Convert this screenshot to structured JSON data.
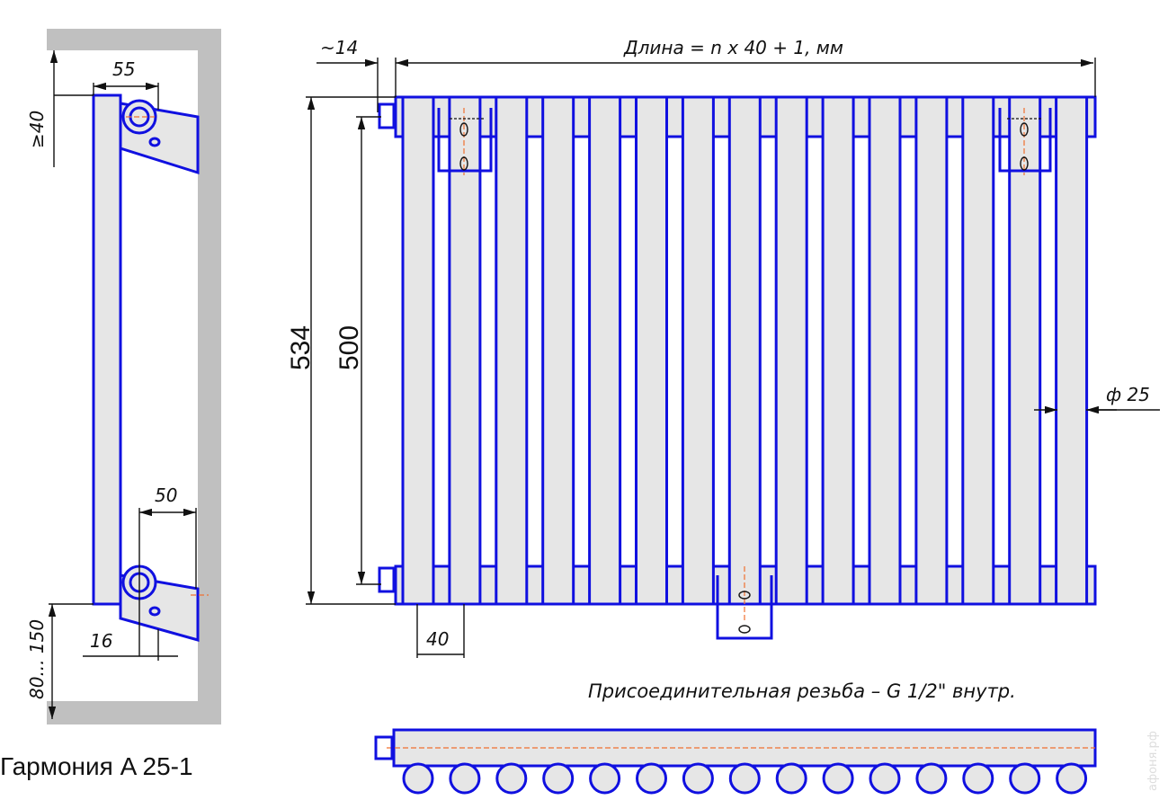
{
  "title": "Гармония  A 25-1",
  "watermark": "афоня.рф",
  "dimensions": {
    "offset": "~14",
    "length": "Длина = n x 40 + 1, мм",
    "height_total": "534",
    "height_axis": "500",
    "diameter": "ф 25",
    "pitch": "40",
    "bracket_top": "55",
    "bracket_bottom": "50",
    "wall_top": "≥40",
    "wall_gap": "16",
    "floor": "80... 150"
  },
  "note": "Присоединительная резьба – G 1/2\" внутр.",
  "tube_count": 15,
  "colors": {
    "outline": "#1010e0",
    "fill": "#e6e6e6",
    "wall": "#c0c0c0",
    "axis": "#f07030"
  }
}
